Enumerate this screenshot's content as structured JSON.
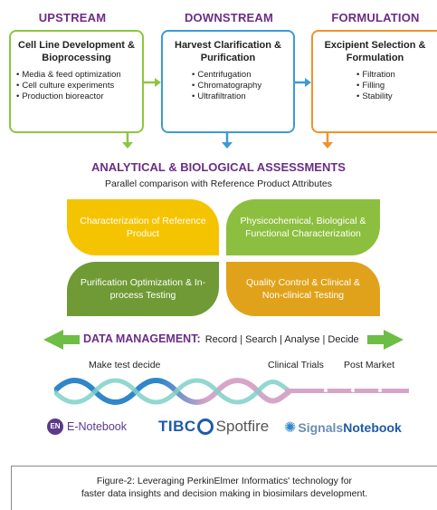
{
  "headers": {
    "upstream": "UPSTREAM",
    "downstream": "DOWNSTREAM",
    "formulation": "FORMULATION"
  },
  "stages": [
    {
      "title": "Cell Line Development & Bioprocessing",
      "items": [
        "Media & feed optimization",
        "Cell culture experiments",
        "Production bioreactor"
      ],
      "color": "#8dc63f"
    },
    {
      "title": "Harvest Clarification & Purification",
      "items": [
        "Centrifugation",
        "Chromatography",
        "Ultrafiltration"
      ],
      "color": "#3b9bd8"
    },
    {
      "title": "Excipient Selection & Formulation",
      "items": [
        "Filtration",
        "Filling",
        "Stability"
      ],
      "color": "#f0922b"
    }
  ],
  "assessments": {
    "title": "ANALYTICAL & BIOLOGICAL ASSESSMENTS",
    "subtitle": "Parallel comparison with Reference Product Attributes",
    "quadrants": [
      {
        "label": "Characterization of Reference Product",
        "color": "#f5c400"
      },
      {
        "label": "Physicochemical, Biological & Functional Characterization",
        "color": "#8cbf3f"
      },
      {
        "label": "Purification Optimization & In-process Testing",
        "color": "#6f9a35"
      },
      {
        "label": "Quality Control & Clinical & Non-clinical Testing",
        "color": "#e0a21a"
      }
    ]
  },
  "data_management": {
    "title": "DATA MANAGEMENT:",
    "steps": "Record | Search | Analyse | Decide"
  },
  "timeline": {
    "left": "Make test decide",
    "mid": "Clinical Trials",
    "right": "Post Market"
  },
  "logos": {
    "enotebook_badge": "EN",
    "enotebook": "E-Notebook",
    "tibco_a": "TIBC",
    "tibco_b": "Spotfire",
    "signals_a": "Signals",
    "signals_b": "Notebook"
  },
  "caption": {
    "line1": "Figure-2: Leveraging PerkinElmer Informatics' technology for",
    "line2": "faster data insights and decision making in biosimilars development."
  },
  "colors": {
    "header_purple": "#6b2d86",
    "title_purple": "#6b2d86",
    "arrow_green": "#6ebd45",
    "helix_blue": "#2f86c9",
    "helix_pink": "#d6a6c9"
  }
}
